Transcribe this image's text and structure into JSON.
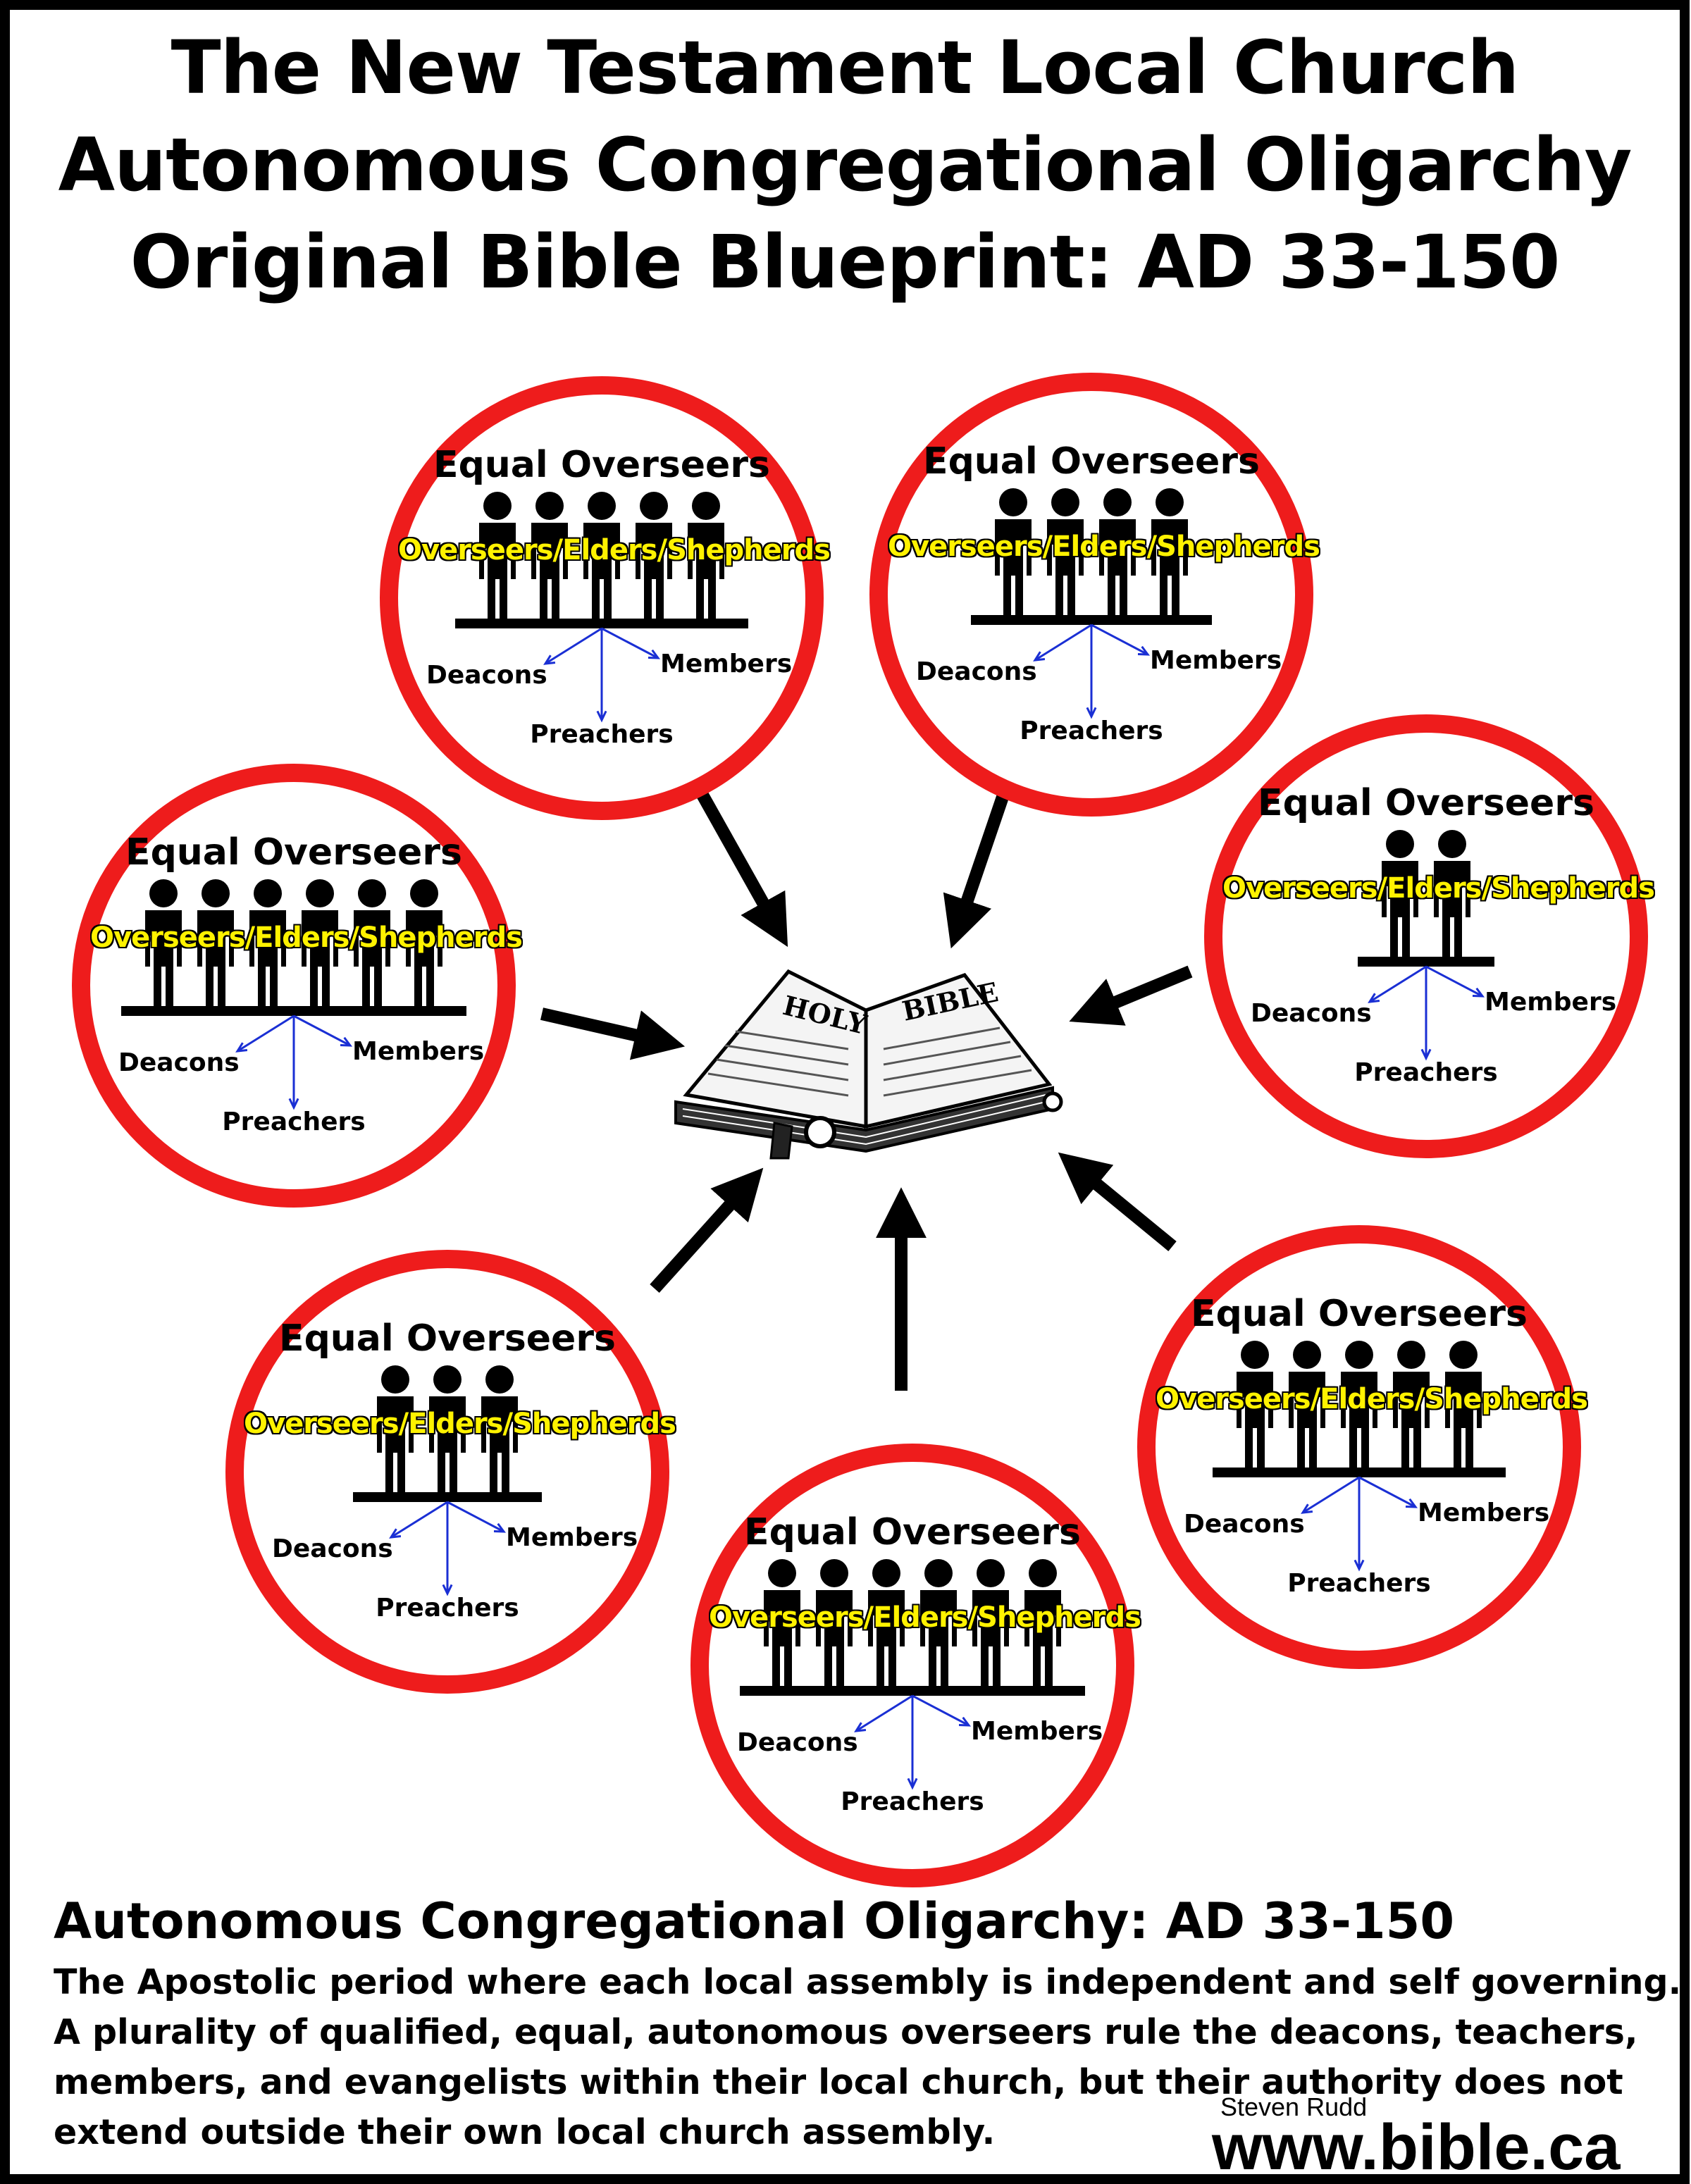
{
  "title": {
    "line1": "The New Testament Local Church",
    "line2": "Autonomous Congregational Oligarchy",
    "line3": "Original Bible Blueprint: AD 33-150"
  },
  "colors": {
    "circle_border": "#ee1c1c",
    "role_label": "#fff200",
    "arrow_small": "#1a2fd4",
    "figure": "#000000"
  },
  "churches": [
    {
      "heading": "Equal Overseers",
      "role_label": "Overseers/Elders/Shepherds",
      "overseer_count": 5,
      "deacons": "Deacons",
      "members": "Members",
      "preachers": "Preachers"
    },
    {
      "heading": "Equal Overseers",
      "role_label": "Overseers/Elders/Shepherds",
      "overseer_count": 4,
      "deacons": "Deacons",
      "members": "Members",
      "preachers": "Preachers"
    },
    {
      "heading": "Equal Overseers",
      "role_label": "Overseers/Elders/Shepherds",
      "overseer_count": 6,
      "deacons": "Deacons",
      "members": "Members",
      "preachers": "Preachers"
    },
    {
      "heading": "Equal Overseers",
      "role_label": "Overseers/Elders/Shepherds",
      "overseer_count": 2,
      "deacons": "Deacons",
      "members": "Members",
      "preachers": "Preachers"
    },
    {
      "heading": "Equal Overseers",
      "role_label": "Overseers/Elders/Shepherds",
      "overseer_count": 3,
      "deacons": "Deacons",
      "members": "Members",
      "preachers": "Preachers"
    },
    {
      "heading": "Equal Overseers",
      "role_label": "Overseers/Elders/Shepherds",
      "overseer_count": 6,
      "deacons": "Deacons",
      "members": "Members",
      "preachers": "Preachers"
    },
    {
      "heading": "Equal Overseers",
      "role_label": "Overseers/Elders/Shepherds",
      "overseer_count": 5,
      "deacons": "Deacons",
      "members": "Members",
      "preachers": "Preachers"
    }
  ],
  "center": {
    "icon": "holy-bible-icon",
    "cover_left": "HOLY",
    "cover_right": "BIBLE"
  },
  "footer": {
    "heading": "Autonomous Congregational Oligarchy: AD 33-150",
    "lines": [
      "The Apostolic period where each local assembly is independent and self governing.",
      "A plurality of qualified, equal, autonomous overseers rule the deacons, teachers,",
      "members, and evangelists within their local church, but their authority does not",
      "extend outside their own local church assembly."
    ]
  },
  "credit": {
    "author": "Steven Rudd",
    "site": "www.bible.ca"
  }
}
